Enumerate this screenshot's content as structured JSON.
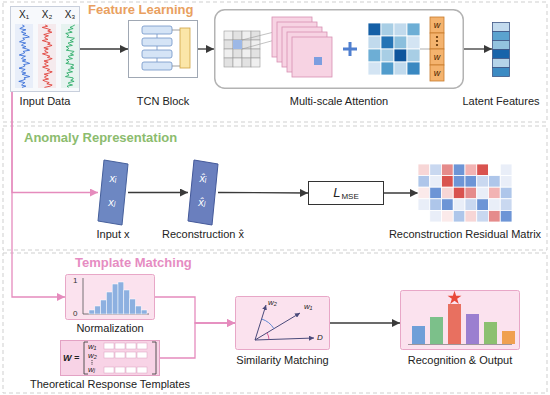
{
  "diagram": {
    "nodes": [
      {
        "text": [
          "X₁",
          "X₂",
          "X₃",
          "Input Data"
        ]
      },
      {
        "text": [
          "TCN Block"
        ]
      },
      {
        "text": [
          "Multi-scale Attention"
        ]
      },
      {
        "text": [
          "Latent Features"
        ]
      },
      {
        "text": [
          "xᵢ",
          "xⱼ",
          "Input x"
        ]
      },
      {
        "text": [
          "x̂ᵢ",
          "x̂ⱼ",
          "Reconstruction x̂"
        ]
      },
      {
        "text": [
          "L",
          "MSE"
        ]
      },
      {
        "text": [
          "Reconstruction Residual Matrix"
        ]
      },
      {
        "text": [
          "Normalization"
        ]
      },
      {
        "text": [
          "Theoretical Response Templates"
        ]
      },
      {
        "text": [
          "Similarity Matching"
        ]
      },
      {
        "text": [
          "Recognition & Output"
        ]
      }
    ],
    "edges": [
      {
        "from": 0,
        "to": 1,
        "arrow": "to"
      },
      {
        "from": 1,
        "to": 2,
        "arrow": "to"
      },
      {
        "from": 2,
        "to": 3,
        "arrow": "to"
      },
      {
        "from": 4,
        "to": 5,
        "arrow": "to"
      },
      {
        "from": 5,
        "to": 6,
        "arrow": "to"
      },
      {
        "from": 6,
        "to": 7,
        "arrow": "to"
      },
      {
        "from": 0,
        "to": 4,
        "arrow": "to"
      },
      {
        "from": 0,
        "to": 8,
        "arrow": "to"
      },
      {
        "from": 8,
        "to": 10,
        "arrow": "to"
      },
      {
        "from": 9,
        "to": 10,
        "arrow": "to"
      },
      {
        "from": 10,
        "to": 11,
        "arrow": "to"
      }
    ],
    "labels": [
      "Feature Learning",
      "w",
      "w",
      "w",
      "Anomaly Representation",
      "Template Matching",
      "1",
      "0",
      "W =",
      "w₁",
      "w₂",
      "wⱼ",
      "w₂",
      "w₁",
      "D"
    ]
  }
}
